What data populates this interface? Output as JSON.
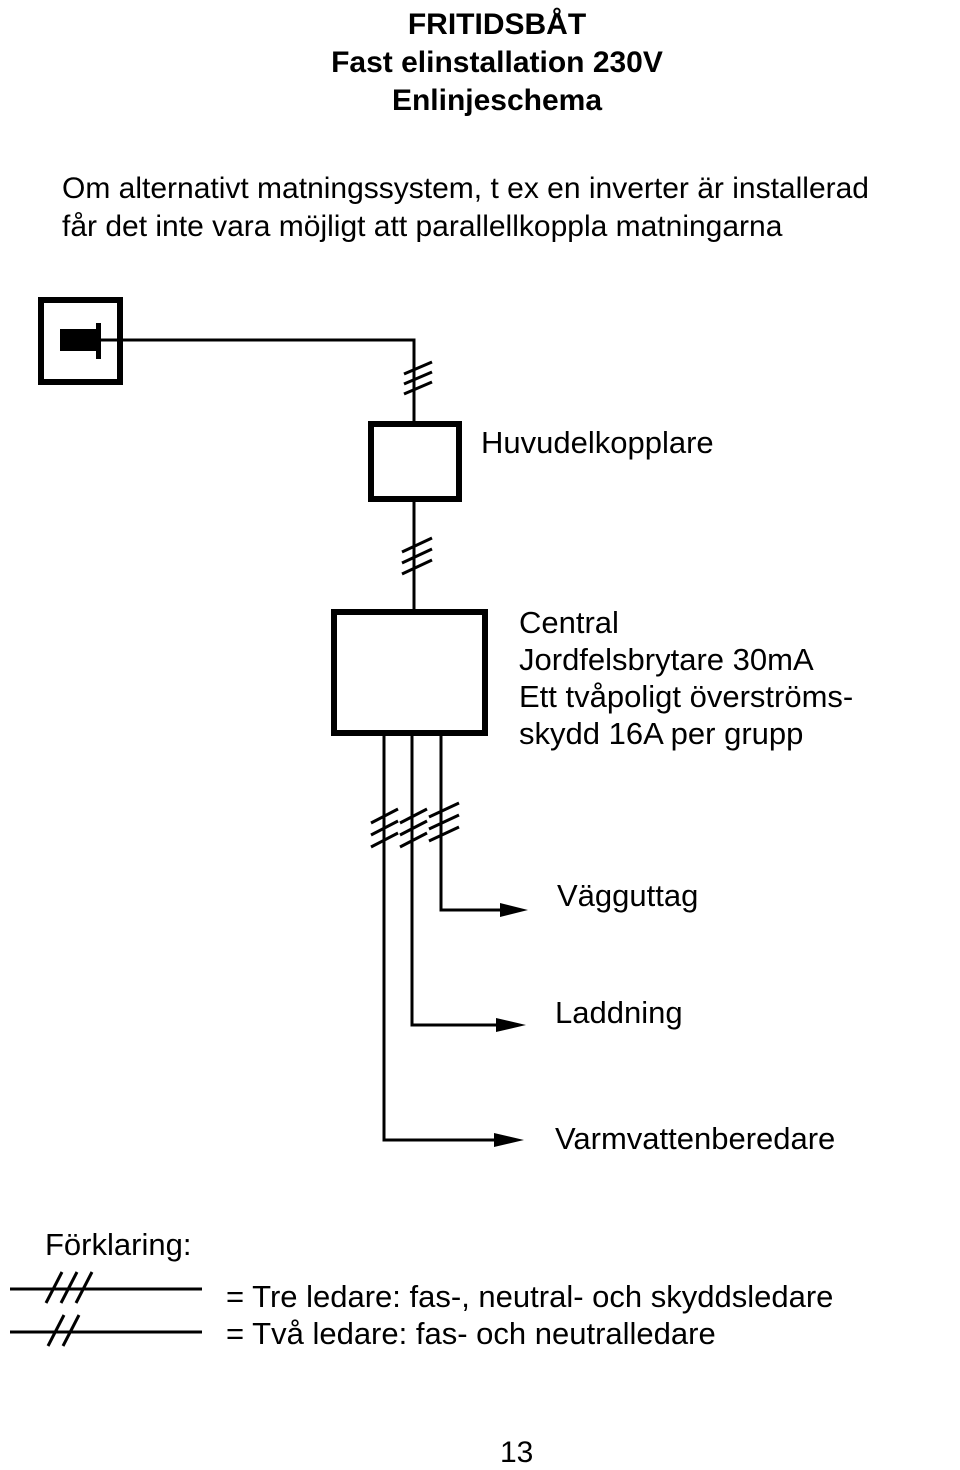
{
  "header": {
    "title_line1": "FRITIDSBÅT",
    "title_line2": "Fast elinstallation 230V",
    "title_line3": "Enlinjeschema"
  },
  "intro": {
    "line1": "Om alternativt matningssystem, t ex en inverter är installerad",
    "line2": "får det inte vara möjligt att parallellkoppla matningarna"
  },
  "diagram": {
    "main_switch_label": "Huvudelkopplare",
    "central_label": {
      "line1": "Central",
      "line2": "Jordfelsbrytare 30mA",
      "line3": "Ett tvåpoligt överströms-",
      "line4": "skydd 16A per grupp"
    },
    "outputs": [
      "Vägguttag",
      "Laddning",
      "Varmvattenberedare"
    ]
  },
  "legend": {
    "heading": "Förklaring:",
    "three_conductors": "= Tre ledare: fas-, neutral- och skyddsledare",
    "two_conductors": "= Två ledare: fas- och neutralledare"
  },
  "footer": {
    "page_number": "13"
  }
}
